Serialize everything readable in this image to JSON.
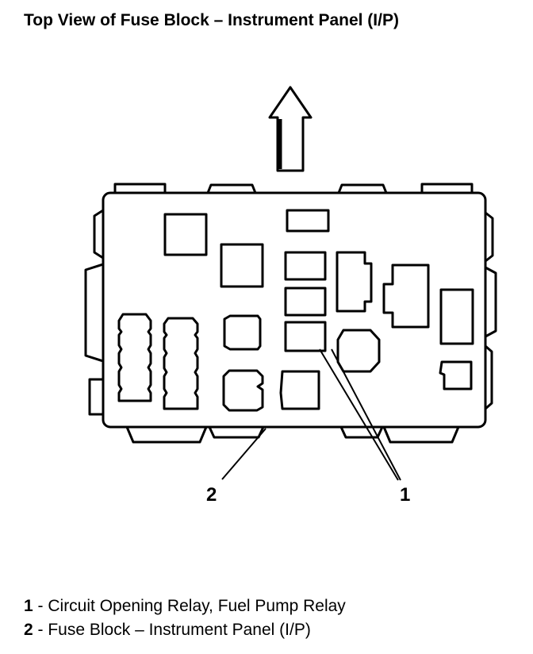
{
  "title": "Top View of Fuse Block – Instrument Panel (I/P)",
  "callouts": [
    {
      "label": "1"
    },
    {
      "label": "2"
    }
  ],
  "legend": [
    {
      "num": "1",
      "separator": " - ",
      "text": "Circuit Opening Relay, Fuel Pump Relay"
    },
    {
      "num": "2",
      "separator": " - ",
      "text": "Fuse Block – Instrument Panel (I/P)"
    }
  ]
}
